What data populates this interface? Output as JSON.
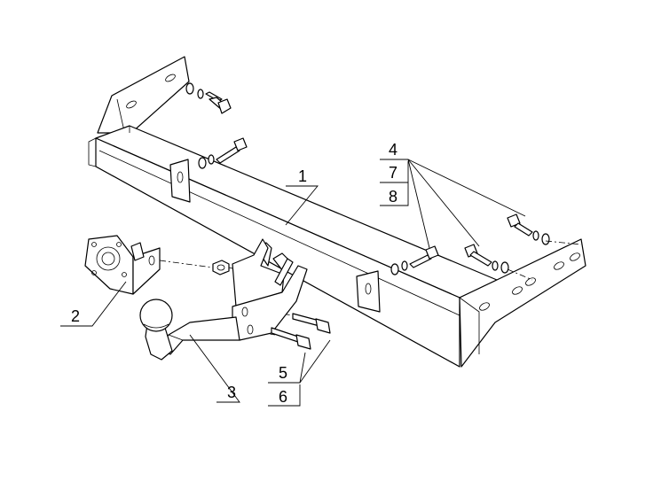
{
  "drawing": {
    "callouts": [
      {
        "id": "1",
        "label": "1",
        "part": "main-crossbar"
      },
      {
        "id": "2",
        "label": "2",
        "part": "socket-bracket"
      },
      {
        "id": "3",
        "label": "3",
        "part": "tow-ball-arm"
      },
      {
        "id": "4",
        "label": "4",
        "part": "side-bolts"
      },
      {
        "id": "5",
        "label": "5",
        "part": "ball-arm-bolts"
      },
      {
        "id": "6",
        "label": "6",
        "part": "ball-arm-bolts"
      },
      {
        "id": "7",
        "label": "7",
        "part": "side-bolts"
      },
      {
        "id": "8",
        "label": "8",
        "part": "side-bolts"
      }
    ]
  }
}
